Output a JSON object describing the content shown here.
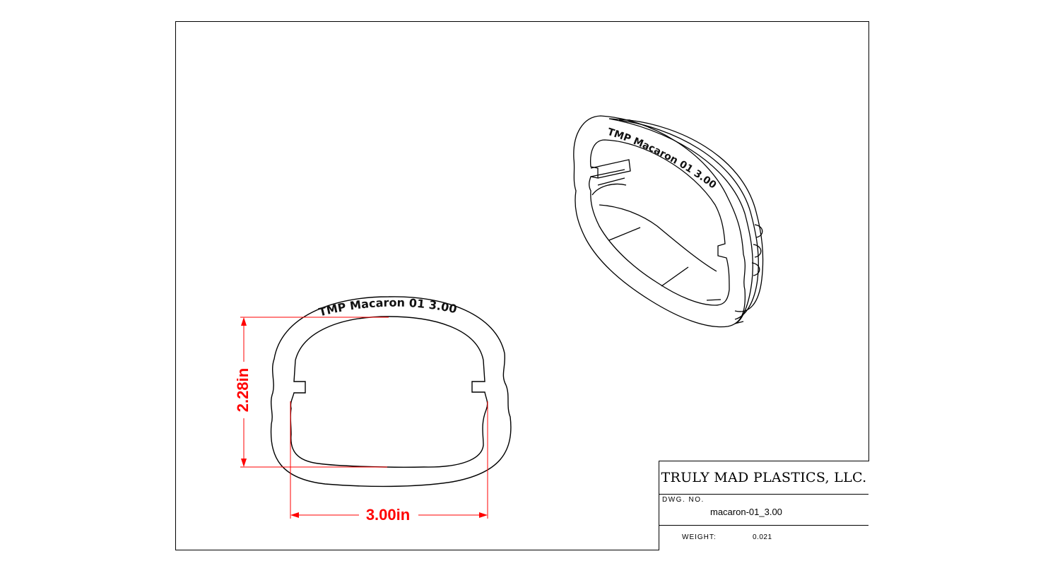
{
  "part": {
    "engraving": "TMP Macaron 01  3.00"
  },
  "dimensions": {
    "height": "2.28in",
    "width": "3.00in"
  },
  "title_block": {
    "company": "TRULY MAD PLASTICS, LLC.",
    "dwg_no_label": "DWG. NO.",
    "dwg_no_value": "macaron-01_3.00",
    "weight_label": "WEIGHT:",
    "weight_value": "0.021"
  },
  "colors": {
    "dimension": "#ff0000",
    "line": "#000000",
    "background": "#ffffff"
  }
}
